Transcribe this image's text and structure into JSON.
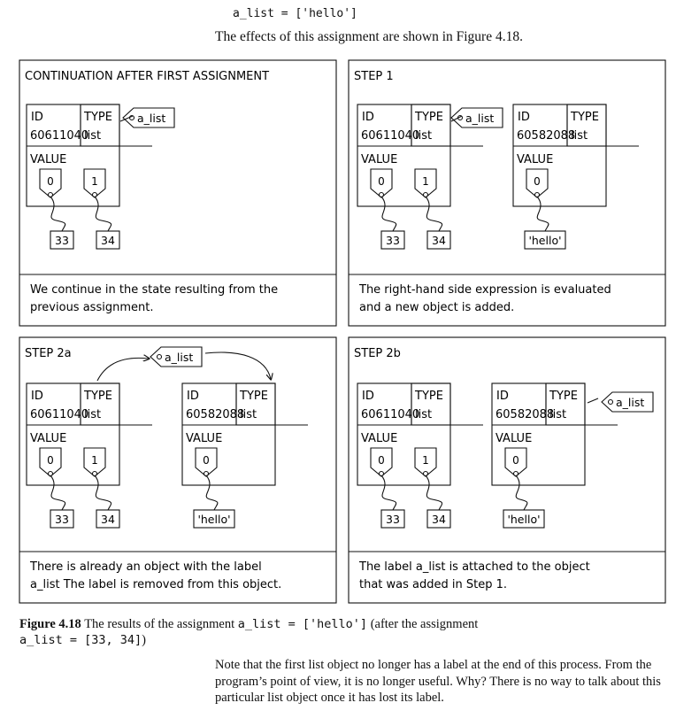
{
  "top_code": "a_list = ['hello']",
  "lead_sentence": "The effects of this assignment are shown in Figure 4.18.",
  "panels": [
    {
      "title": "CONTINUATION AFTER FIRST ASSIGNMENT",
      "description_lines": [
        "We continue in the state resulting from the",
        "previous assignment."
      ]
    },
    {
      "title": "STEP 1",
      "description_lines": [
        "The right-hand side expression is evaluated",
        "and a new object is added."
      ]
    },
    {
      "title": "STEP 2a",
      "description_lines": [
        "There is already an object with the label",
        "a_list The label is removed from this object."
      ]
    },
    {
      "title": "STEP 2b",
      "description_lines": [
        "The label a_list is attached to the object",
        "that was added in Step 1."
      ]
    }
  ],
  "object_box": {
    "id_header": "ID",
    "type_header": "TYPE",
    "value_header": "VALUE",
    "first_id": "60611040",
    "second_id": "60582088",
    "type_value": "list"
  },
  "list_elements": {
    "first_list_indices": [
      "0",
      "1"
    ],
    "first_list_values": [
      "33",
      "34"
    ],
    "second_list_indices": [
      "0"
    ],
    "second_list_values": [
      "'hello'"
    ]
  },
  "label_tag": "a_list",
  "caption": {
    "figure_label": "Figure 4.18",
    "text_before": "The results of the assignment",
    "code_1": "a_list = ['hello']",
    "text_middle": "(after the assignment",
    "code_2": "a_list = [33, 34]",
    "text_after": ")"
  },
  "body_paragraph": "Note that the first list object no longer has a label at the end of this process. From the program’s point of view, it is no longer useful. Why? There is no way to talk about this particular list object once it has lost its label."
}
